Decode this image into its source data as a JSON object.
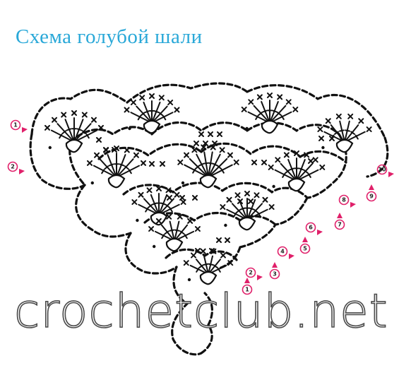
{
  "title": "Схема голубой шали",
  "watermark": "crochetclub.net",
  "colors": {
    "title": "#29a8d8",
    "row_marker": "#e0206a",
    "ink": "#111111"
  },
  "row_markers": [
    "1",
    "2",
    "1",
    "2",
    "3",
    "4",
    "5",
    "6",
    "7",
    "8",
    "9",
    "10"
  ]
}
